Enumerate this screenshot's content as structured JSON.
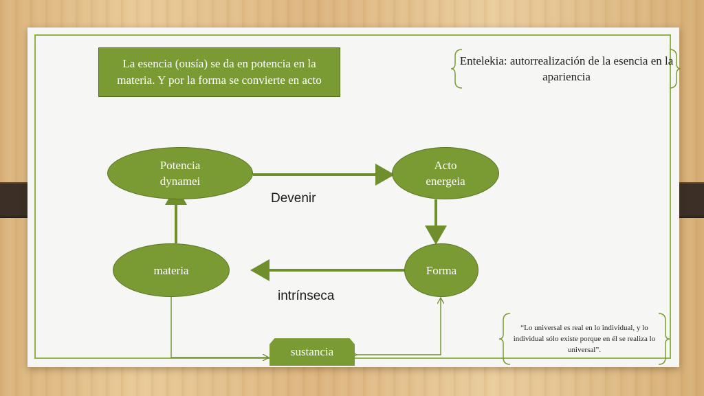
{
  "top_box": {
    "text": "La esencia (ousía) se da en potencia en la materia. Y por la forma se convierte en acto"
  },
  "entelekia_note": {
    "text": "Entelekia: autorrealización de la esencia en la apariencia"
  },
  "nodes": {
    "potencia": {
      "line1": "Potencia",
      "line2": "dynamei"
    },
    "acto": {
      "line1": "Acto",
      "line2": "energeia"
    },
    "materia": {
      "label": "materia"
    },
    "forma": {
      "label": "Forma"
    },
    "sustancia": {
      "label": "sustancia"
    }
  },
  "edge_labels": {
    "devenir": "Devenir",
    "intrinseca": "intrínseca"
  },
  "quote": {
    "text": "“Lo universal es real en  lo individual, y lo individual sólo existe porque en él se realiza lo universal”."
  },
  "colors": {
    "node_fill": "#7a9a33",
    "frame_green": "#8fb24a",
    "connector": "#6f8f2c"
  }
}
